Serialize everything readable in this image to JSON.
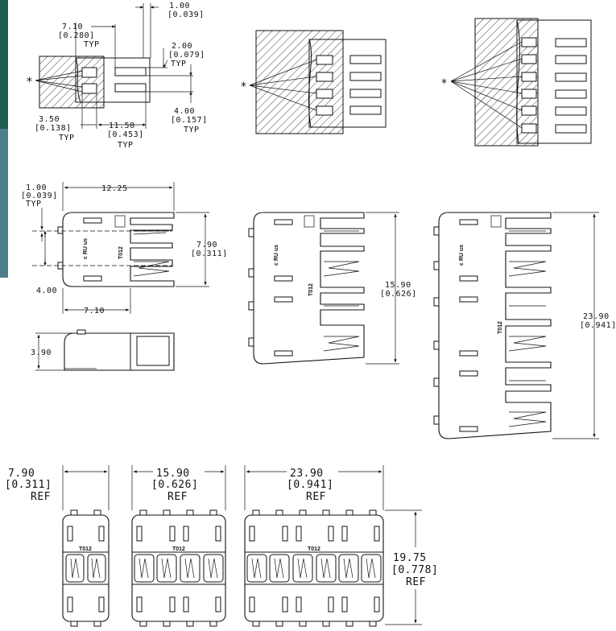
{
  "colors": {
    "ink": "#111111",
    "paper": "#ffffff",
    "left_strip_accent": "#2c6e66"
  },
  "marker_symbol": "*",
  "product_mark": "T012",
  "footprint_2pos": {
    "pitch": "1.00",
    "pitch_in": "[0.039]",
    "d710": "7.10",
    "d710_in": "[0.280]",
    "typ": "TYP",
    "d200": "2.00",
    "d200_in": "[0.079]",
    "d400": "4.00",
    "d400_in": "[0.157]",
    "d350": "3.50",
    "d350_in": "[0.138]",
    "d1150": "11.50",
    "d1150_in": "[0.453]"
  },
  "side_view": {
    "d100": "1.00",
    "d100_in": "[0.039]",
    "typ": "TYP",
    "d1225": "12.25",
    "d790": "7.90",
    "d790_in": "[0.311]",
    "d400": "4.00",
    "d710": "7.10",
    "d390": "3.90"
  },
  "view_4pos": {
    "d1590": "15.90",
    "d1590_in": "[0.626]"
  },
  "view_6pos": {
    "d2390": "23.90",
    "d2390_in": "[0.941]"
  },
  "bottom_views": {
    "w2": "7.90",
    "w2_in": "[0.311]",
    "w4": "15.90",
    "w4_in": "[0.626]",
    "w6": "23.90",
    "w6_in": "[0.941]",
    "ref": "REF",
    "h": "19.75",
    "h_in": "[0.778]"
  }
}
